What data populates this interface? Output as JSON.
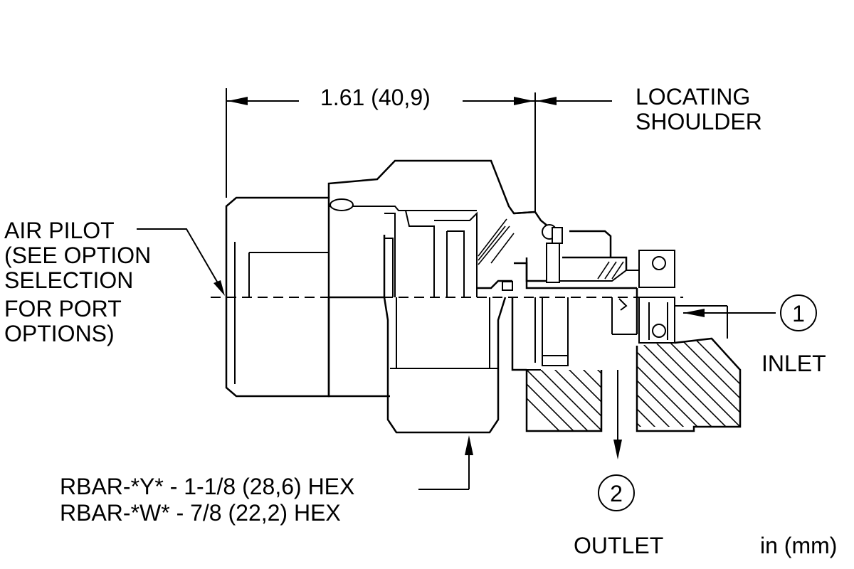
{
  "dimension": {
    "label": "1.61 (40,9)"
  },
  "locating_shoulder": {
    "lines": [
      "LOCATING",
      "SHOULDER"
    ]
  },
  "air_pilot": {
    "lines": [
      "AIR PILOT",
      "(SEE OPTION",
      "SELECTION",
      "FOR PORT",
      "OPTIONS)"
    ]
  },
  "hex_note": {
    "lines": [
      "RBAR-*Y* - 1-1/8 (28,6) HEX",
      "RBAR-*W* - 7/8 (22,2) HEX"
    ]
  },
  "port_1": {
    "number": "1",
    "label": "INLET"
  },
  "port_2": {
    "number": "2",
    "label": "OUTLET"
  },
  "units": "in (mm)"
}
